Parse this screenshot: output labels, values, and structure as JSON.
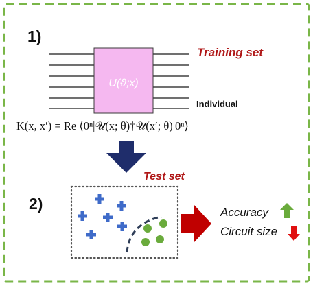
{
  "colors": {
    "frame_border": "#7ab648",
    "gate_fill": "#f5b8f0",
    "gate_border": "#3a3a3a",
    "wire": "#1a1a1a",
    "training_label": "#b01818",
    "test_label": "#b01818",
    "down_arrow": "#1f2d6b",
    "right_arrow": "#c00000",
    "cross_marker": "#3f6bc9",
    "dot_marker": "#6aab3c",
    "box_dotted": "#555555",
    "boundary_dashed": "#2f3e58",
    "up_arrow": "#6aab3c",
    "down_small_arrow": "#e01010"
  },
  "step1": {
    "number": "1)",
    "gate_label": "U(ϑ;x)",
    "training_label": "Training set",
    "individual_label": "Individual",
    "kernel_formula": "K(x, x′) =  Re ⟨0ⁿ|𝒰(x; θ)†𝒰(x′; θ)|0ⁿ⟩"
  },
  "step2": {
    "number": "2)",
    "test_label": "Test set",
    "accuracy_label": "Accuracy",
    "circuit_size_label": "Circuit size"
  },
  "icons": {
    "down_arrow": "arrow-down-icon",
    "right_arrow": "arrow-right-icon",
    "accuracy_up": "arrow-up-icon",
    "circuit_down": "arrow-down-small-icon"
  }
}
